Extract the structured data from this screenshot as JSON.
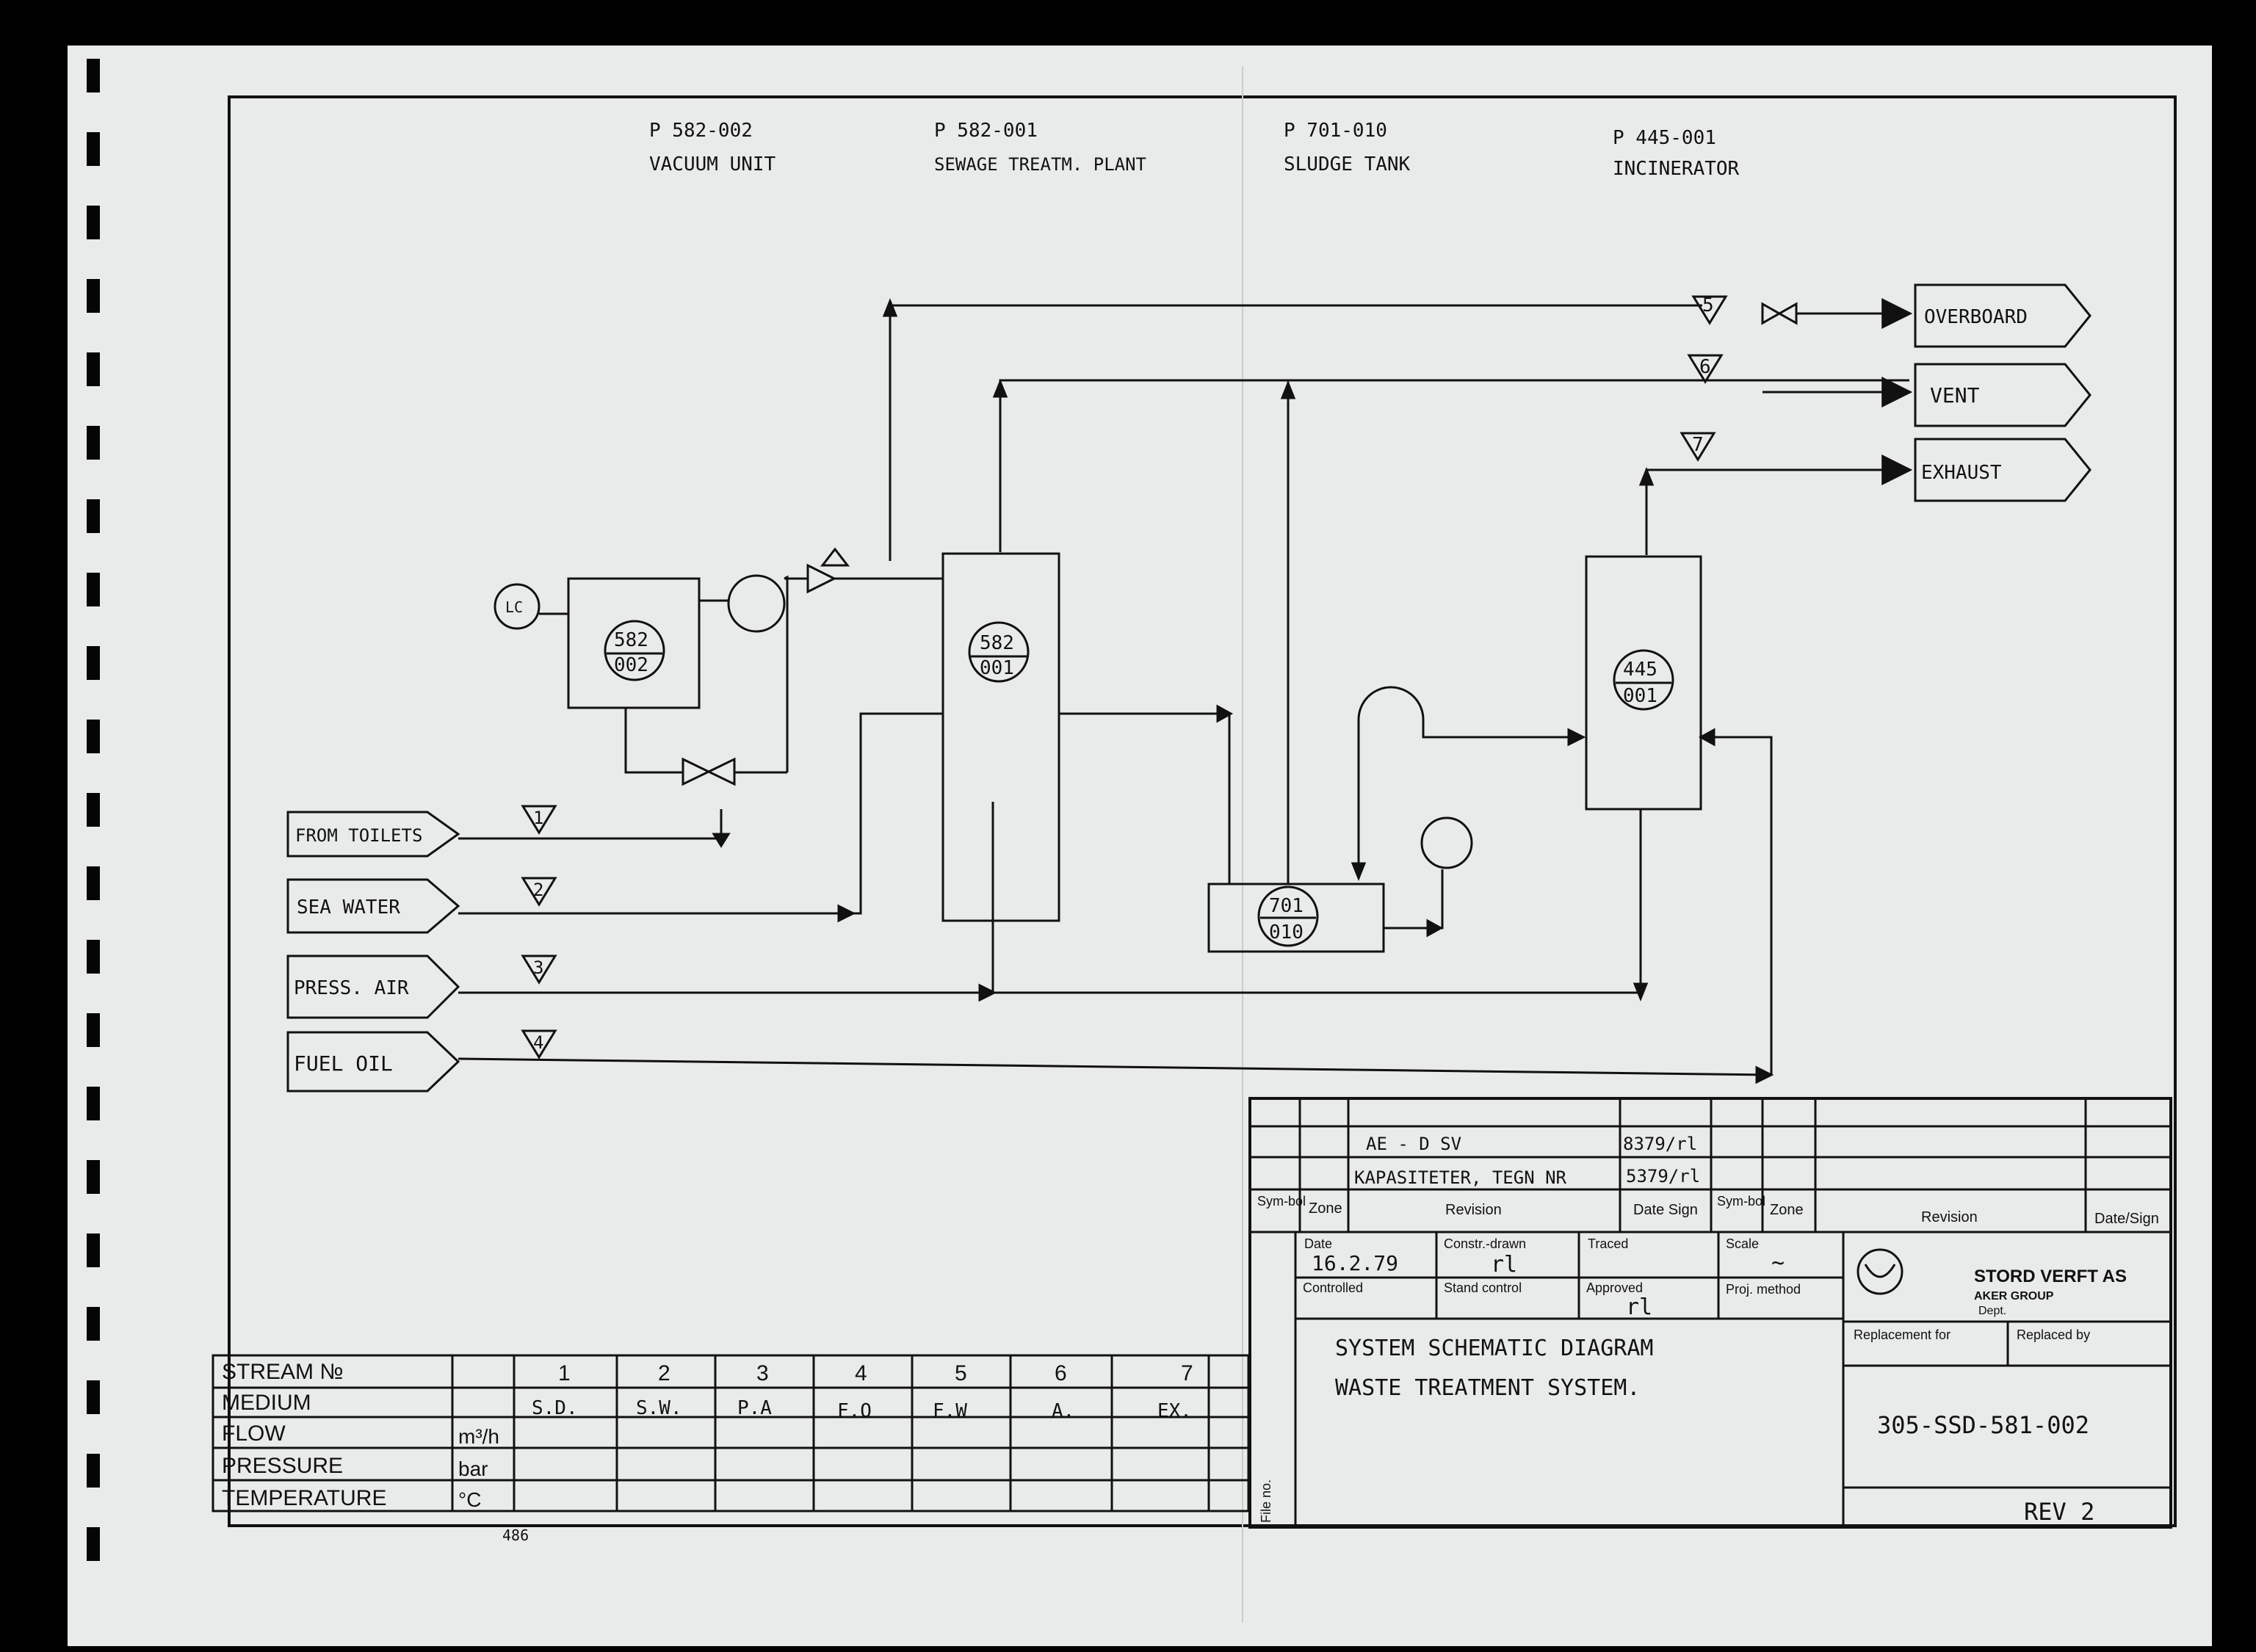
{
  "header_units": [
    {
      "code": "P 582-002",
      "name": "VACUUM UNIT"
    },
    {
      "code": "P 582-001",
      "name": "SEWAGE TREATM. PLANT"
    },
    {
      "code": "P 701-010",
      "name": "SLUDGE TANK"
    },
    {
      "code": "P 445-001",
      "name": "INCINERATOR"
    }
  ],
  "equipment": {
    "vacuum_unit": {
      "top": "582",
      "bottom": "002"
    },
    "sewage_plant": {
      "top": "582",
      "bottom": "001"
    },
    "incinerator": {
      "top": "445",
      "bottom": "001"
    },
    "sludge_tank": {
      "top": "701",
      "bottom": "010"
    },
    "level_controller": "LC"
  },
  "inputs": [
    {
      "label": "FROM TOILETS",
      "stream": "1"
    },
    {
      "label": "SEA WATER",
      "stream": "2"
    },
    {
      "label": "PRESS. AIR",
      "stream": "3"
    },
    {
      "label": "FUEL OIL",
      "stream": "4"
    }
  ],
  "outputs": [
    {
      "label": "OVERBOARD",
      "stream": "5"
    },
    {
      "label": "VENT",
      "stream": "6"
    },
    {
      "label": "EXHAUST",
      "stream": "7"
    }
  ],
  "stream_table": {
    "row_labels": [
      "STREAM №",
      "MEDIUM",
      "FLOW",
      "PRESSURE",
      "TEMPERATURE"
    ],
    "units": [
      "",
      "",
      "m³/h",
      "bar",
      "°C"
    ],
    "columns": [
      {
        "no": "1",
        "medium": "S.D."
      },
      {
        "no": "2",
        "medium": "S.W."
      },
      {
        "no": "3",
        "medium": "P.A"
      },
      {
        "no": "4",
        "medium": "F.O"
      },
      {
        "no": "5",
        "medium": "F.W"
      },
      {
        "no": "6",
        "medium": "A."
      },
      {
        "no": "7",
        "medium": "EX."
      }
    ]
  },
  "title_block": {
    "revisions": [
      {
        "text": "AE - D SV",
        "date": "8379/rl"
      },
      {
        "text": "KAPASITETER, TEGN NR",
        "date": "5379/rl"
      }
    ],
    "rev_headers": {
      "symbol": "Sym-bol",
      "zone": "Zone",
      "revision": "Revision",
      "date_sign": "Date Sign",
      "date_sign2": "Date/Sign"
    },
    "fields": {
      "date_label": "Date",
      "date_value": "16.2.79",
      "drawn_label": "Constr.-drawn",
      "drawn_value": "rl",
      "traced_label": "Traced",
      "scale_label": "Scale",
      "scale_value": "~",
      "controlled_label": "Controlled",
      "stand_label": "Stand control",
      "approved_label": "Approved",
      "approved_value": "rl",
      "proj_label": "Proj. method"
    },
    "company": "STORD VERFT AS",
    "company_sub": "AKER GROUP",
    "dept": "Dept.",
    "title_line1": "SYSTEM SCHEMATIC DIAGRAM",
    "title_line2": "WASTE TREATMENT SYSTEM.",
    "replacement_for": "Replacement for",
    "replaced_by": "Replaced by",
    "drawing_no": "305-SSD-581-002",
    "rev": "REV 2",
    "file_no": "File no."
  },
  "page_mark": "486",
  "colors": {
    "paper": "#e9ebea",
    "ink": "#111111",
    "background": "#000000"
  }
}
